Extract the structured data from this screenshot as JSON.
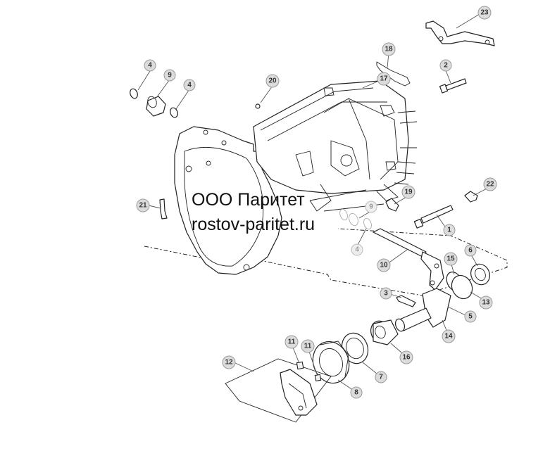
{
  "watermark": {
    "line1": "ООО Паритет",
    "line2": "rostov-paritet.ru"
  },
  "callouts": [
    {
      "id": "c23",
      "label": "23"
    },
    {
      "id": "c18",
      "label": "18"
    },
    {
      "id": "c17",
      "label": "17"
    },
    {
      "id": "c2",
      "label": "2"
    },
    {
      "id": "c4a",
      "label": "4"
    },
    {
      "id": "c9a",
      "label": "9"
    },
    {
      "id": "c4b",
      "label": "4"
    },
    {
      "id": "c20",
      "label": "20"
    },
    {
      "id": "c22",
      "label": "22"
    },
    {
      "id": "c19",
      "label": "19"
    },
    {
      "id": "c21",
      "label": "21"
    },
    {
      "id": "c9b",
      "label": "9"
    },
    {
      "id": "c4c",
      "label": "4"
    },
    {
      "id": "c1",
      "label": "1"
    },
    {
      "id": "c10",
      "label": "10"
    },
    {
      "id": "c15",
      "label": "15"
    },
    {
      "id": "c6",
      "label": "6"
    },
    {
      "id": "c3",
      "label": "3"
    },
    {
      "id": "c13",
      "label": "13"
    },
    {
      "id": "c5",
      "label": "5"
    },
    {
      "id": "c14",
      "label": "14"
    },
    {
      "id": "c11a",
      "label": "11"
    },
    {
      "id": "c11b",
      "label": "11"
    },
    {
      "id": "c12",
      "label": "12"
    },
    {
      "id": "c16",
      "label": "16"
    },
    {
      "id": "c7",
      "label": "7"
    },
    {
      "id": "c8",
      "label": "8"
    }
  ]
}
